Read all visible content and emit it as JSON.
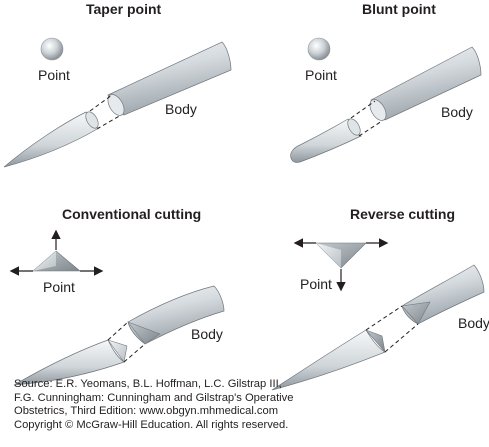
{
  "panels": {
    "taper": {
      "title": "Taper point",
      "point_label": "Point",
      "body_label": "Body"
    },
    "blunt": {
      "title": "Blunt point",
      "point_label": "Point",
      "body_label": "Body"
    },
    "conventional": {
      "title": "Conventional cutting",
      "point_label": "Point",
      "body_label": "Body"
    },
    "reverse": {
      "title": "Reverse cutting",
      "point_label": "Point",
      "body_label": "Body"
    }
  },
  "credit": {
    "line1": "Source: E.R. Yeomans, B.L. Hoffman, L.C. Gilstrap III,",
    "line2": "F.G. Cunningham: Cunningham and Gilstrap's Operative",
    "line3": "Obstetrics, Third Edition: www.obgyn.mhmedical.com",
    "line4": "Copyright © McGraw-Hill Education. All rights reserved."
  },
  "colors": {
    "metal_light": "#eef1f3",
    "metal_mid": "#c9cfd4",
    "metal_dark": "#8e979e",
    "outline": "#6f777d",
    "text": "#231f20"
  }
}
